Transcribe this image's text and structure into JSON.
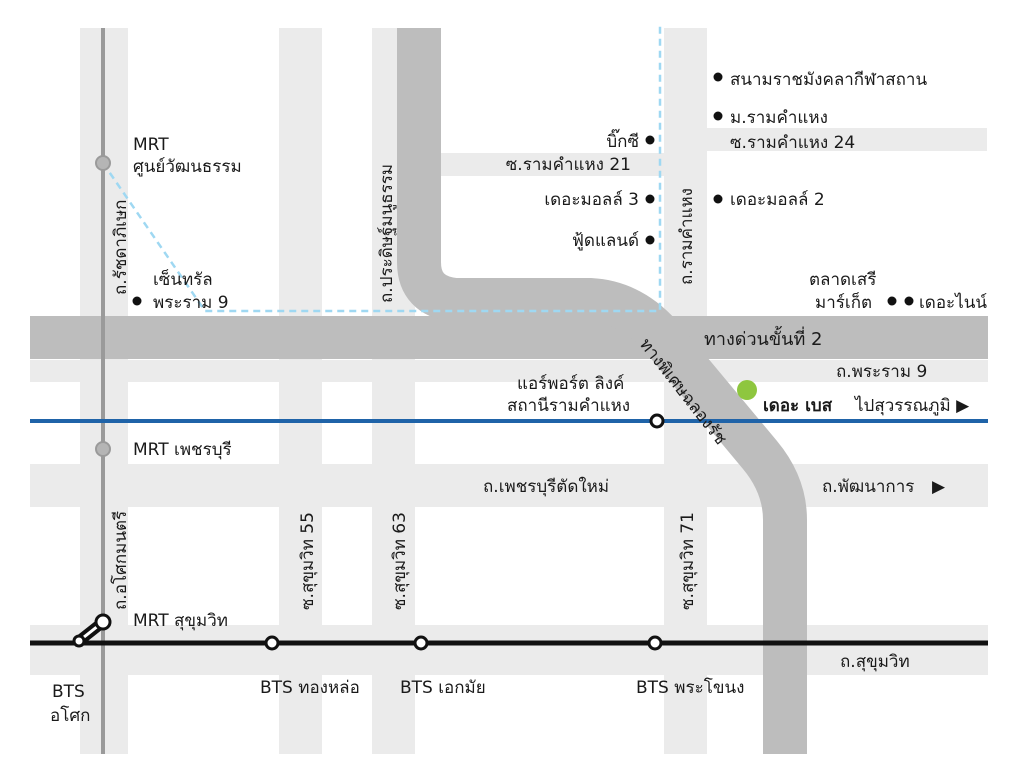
{
  "roads": {
    "ratchadaphisek": "ถ.รัชดาภิเษก",
    "asok_montri": "ถ.อโศกมนตรี",
    "pradit_manutham": "ถ.ประดิษฐ์มนูธรรม",
    "ramkhamhaeng": "ถ.รามคำแหง",
    "ramkhamhaeng_soi_24": "ซ.รามคำแหง 24",
    "ramkhamhaeng_soi_21": "ซ.รามคำแหง 21",
    "expressway_2": "ทางด่วนขั้นที่ 2",
    "chalong_rat_expressway": "ทางพิเศษฉลองรัช",
    "rama_9": "ถ.พระราม 9",
    "petchaburi_tat_mai": "ถ.เพชรบุรีตัดใหม่",
    "phatthanakan": "ถ.พัฒนาการ",
    "sukhumvit": "ถ.สุขุมวิท",
    "sukhumvit_55": "ซ.สุขุมวิท 55",
    "sukhumvit_63": "ซ.สุขุมวิท 63",
    "sukhumvit_71": "ซ.สุขุมวิท 71"
  },
  "stations": {
    "mrt_cultural_center_line1": "MRT",
    "mrt_cultural_center_line2": "ศูนย์วัฒนธรรม",
    "mrt_phetchaburi": "MRT เพชรบุรี",
    "mrt_sukhumvit": "MRT สุขุมวิท",
    "bts_asok_line1": "BTS",
    "bts_asok_line2": "อโศก",
    "bts_thonglor": "BTS ทองหล่อ",
    "bts_ekkamai": "BTS เอกมัย",
    "bts_phra_khanong": "BTS พระโขนง",
    "airport_link_line1": "แอร์พอร์ต ลิงค์",
    "airport_link_line2": "สถานีรามคำแหง",
    "to_suvarnabhumi": "ไปสุวรรณภูมิ ▶"
  },
  "landmarks": {
    "rajamangala_stadium": "สนามราชมังคลากีฬาสถาน",
    "ramkhamhaeng_university": "ม.รามคำแหง",
    "big_c": "บิ๊กซี",
    "the_mall_3": "เดอะมอลล์ 3",
    "the_mall_2": "เดอะมอลล์ 2",
    "foodland": "ฟู้ดแลนด์",
    "central_line1": "เซ็นทรัล",
    "central_line2": "พระราม 9",
    "talad_seri_line1": "ตลาดเสรี",
    "talad_seri_line2": "มาร์เก็ต",
    "the_nine": "เดอะไนน์",
    "the_base": "เดอะ เบส"
  },
  "arrows": {
    "phatthanakan_arrow": "▶"
  },
  "colors": {
    "road_fill": "#ebebeb",
    "expressway_fill": "#bdbdbd",
    "airport_link_line": "#1f63a8",
    "bts_line": "#111111",
    "mrt_line": "#9a9a9a",
    "dashed_route": "#9fd8f2",
    "project_marker": "#8ec63f"
  }
}
